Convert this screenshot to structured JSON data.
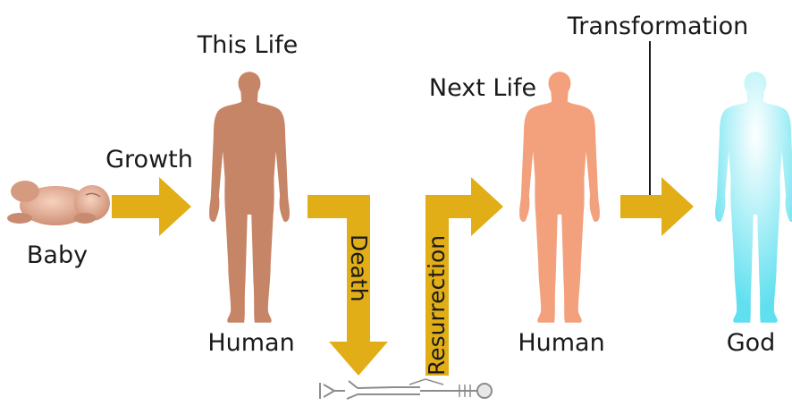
{
  "labels": {
    "this_life": "This Life",
    "next_life": "Next Life",
    "transformation": "Transformation",
    "growth": "Growth",
    "baby": "Baby",
    "human_1": "Human",
    "human_2": "Human",
    "god": "God",
    "death": "Death",
    "resurrection": "Resurrection"
  },
  "colors": {
    "arrow": "#e2ae17",
    "human_this_life": "#c68566",
    "human_next_life": "#f3a07d",
    "god": "#7ee8f2",
    "baby_skin": "#e9b49c",
    "skeleton": "#9a9a9a"
  },
  "icons": {
    "baby": "baby-icon",
    "human_1": "human-figure-icon",
    "human_2": "human-figure-icon",
    "god": "god-figure-icon",
    "skeleton": "skeleton-icon"
  }
}
